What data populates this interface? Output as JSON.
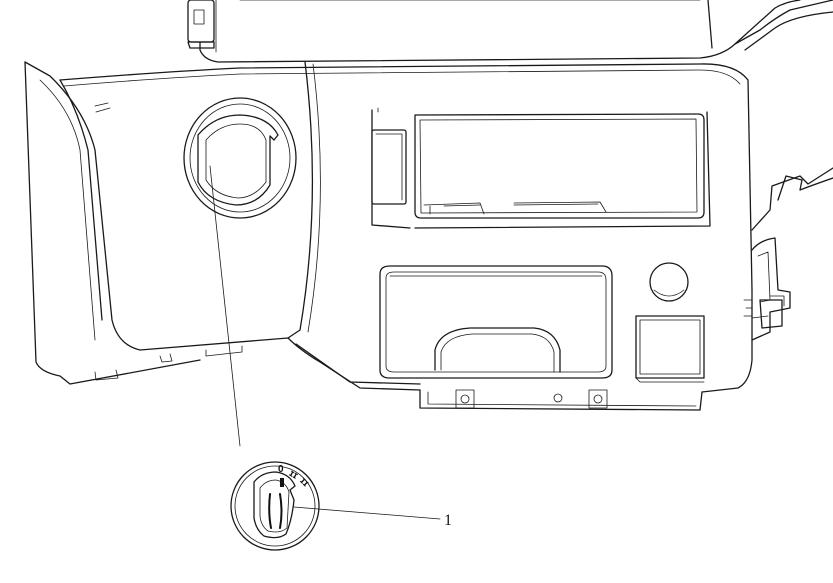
{
  "callouts": [
    {
      "label": "1"
    }
  ],
  "dial_markings": {
    "off": "0",
    "pos1": "ɪɪ",
    "pos2": "ɪɪ"
  },
  "colors": {
    "line": "#1a1a1a",
    "background": "#ffffff"
  }
}
